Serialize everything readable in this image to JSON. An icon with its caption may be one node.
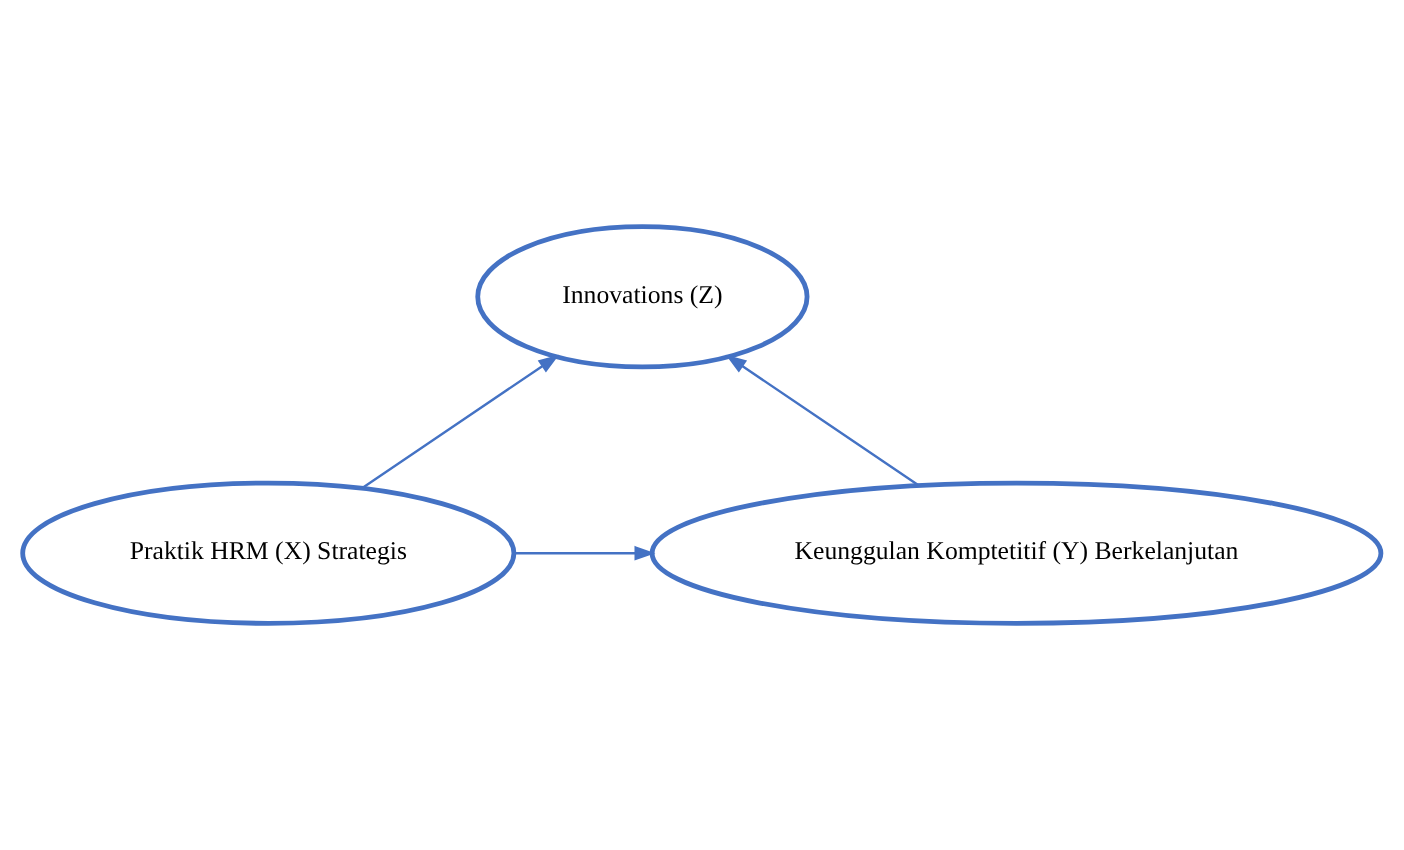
{
  "diagram": {
    "nodes": [
      {
        "text": [
          "Innovations (Z)"
        ]
      },
      {
        "text": [
          "Praktik HRM (X) Strategis"
        ]
      },
      {
        "text": [
          "Keunggulan Komptetitif (Y) Berkelanjutan"
        ]
      }
    ],
    "edges": [
      {
        "from": 1,
        "to": 0,
        "arrow": "to"
      },
      {
        "from": 2,
        "to": 0,
        "arrow": "to"
      },
      {
        "from": 1,
        "to": 2,
        "arrow": "to"
      }
    ]
  }
}
